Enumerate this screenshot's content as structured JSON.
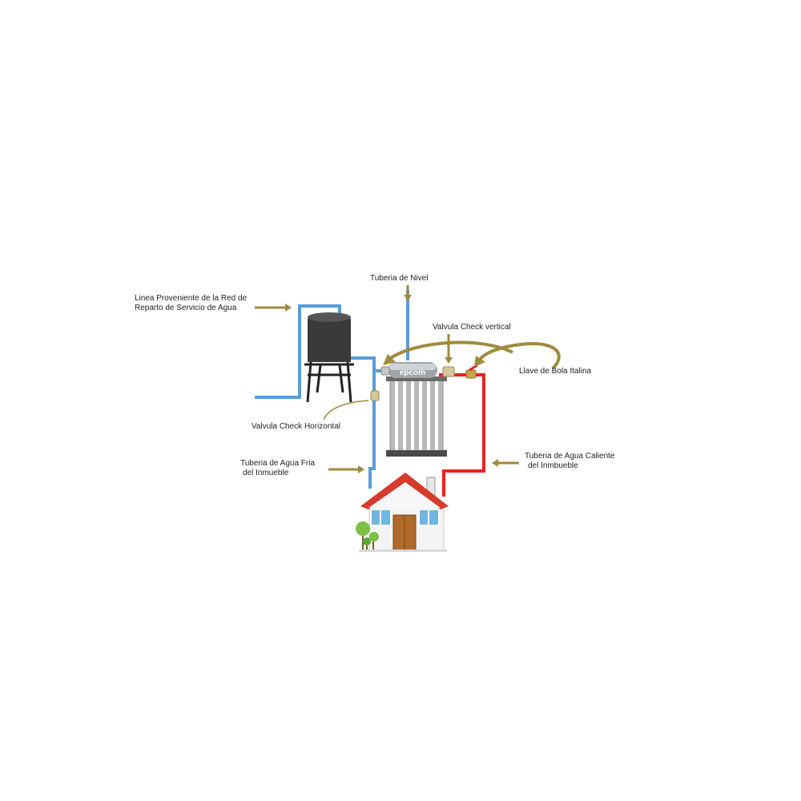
{
  "labels": {
    "supply_line_1": "Linea Proveniente de la Red de",
    "supply_line_2": "Reparto de Servicio de Agua",
    "level_pipe": "Tuberia de Nivel",
    "check_vertical": "Valvula Check vertical",
    "ball_valve": "Llave de Bola Italina",
    "check_horizontal": "Valvula Check Horizontal",
    "cold_water_1": "Tuberia de Agua Fria",
    "cold_water_2": "del Inmueble",
    "hot_water_1": "Tuberia de Agua Caliente",
    "hot_water_2": "del Inmbueble"
  },
  "heater_brand": "epcom",
  "colors": {
    "cold_pipe": "#5b9bd5",
    "hot_pipe": "#e8231f",
    "arrow": "#a08a3c",
    "tank": "#3a3a3a",
    "roof": "#d63b2b",
    "door": "#b06a2a"
  },
  "icons": [
    "water-tank-icon",
    "solar-heater-icon",
    "house-icon",
    "tree-icon",
    "valve-icon"
  ]
}
